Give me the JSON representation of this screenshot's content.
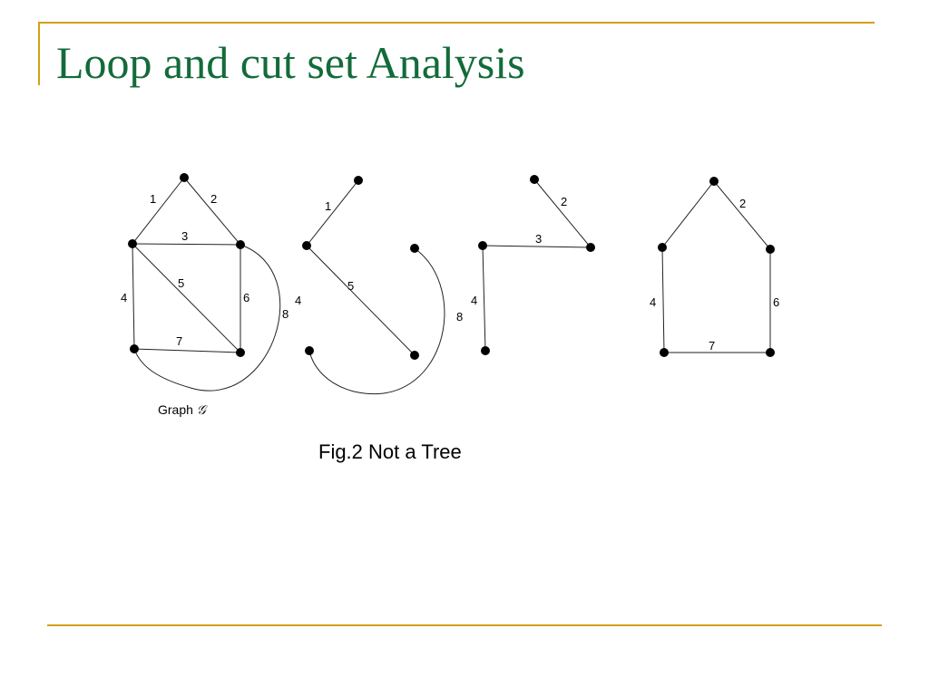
{
  "slide": {
    "title": "Loop and cut set Analysis",
    "caption": "Fig.2 Not a Tree",
    "graph_label": "Graph",
    "graph_symbol": "𝒢"
  },
  "colors": {
    "accent_rule": "#d4a017",
    "title_text": "#136b3a",
    "edge": "#222222",
    "node": "#000000"
  },
  "diagrams": [
    {
      "id": "graph-g",
      "edge_labels": [
        "1",
        "2",
        "3",
        "4",
        "5",
        "6",
        "7",
        "8"
      ]
    },
    {
      "id": "subgraph-1-5-8",
      "edge_labels": [
        "1",
        "5",
        "4",
        "8"
      ]
    },
    {
      "id": "subgraph-2-3-4",
      "edge_labels": [
        "2",
        "3",
        "4"
      ]
    },
    {
      "id": "subgraph-loop-2-4-6-7",
      "edge_labels": [
        "2",
        "4",
        "6",
        "7"
      ]
    }
  ]
}
